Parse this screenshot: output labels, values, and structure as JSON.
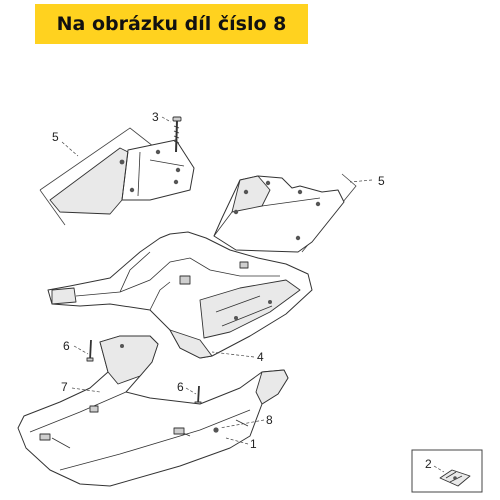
{
  "banner": {
    "text": "Na obrázku díl číslo 8",
    "color": "#ffd21f"
  },
  "callouts": [
    "5",
    "3",
    "5",
    "6",
    "4",
    "7",
    "6",
    "8",
    "1",
    "2"
  ],
  "icons": [
    "footrest-panel-left",
    "footrest-panel-right",
    "screw",
    "floor-frame",
    "underbody-cover",
    "clip"
  ]
}
